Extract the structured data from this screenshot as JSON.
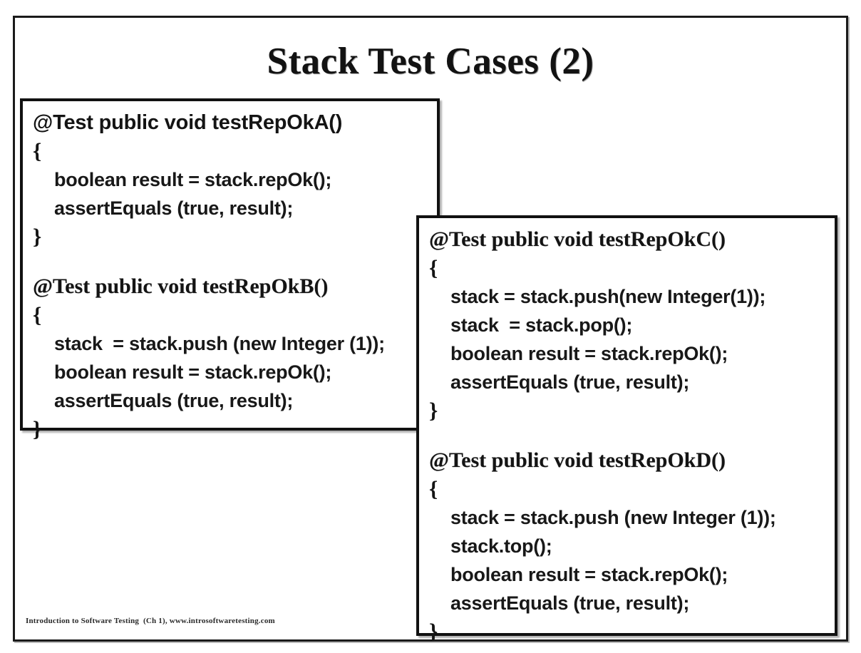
{
  "slide": {
    "title": "Stack Test Cases (2)",
    "footer": "Introduction to Software Testing  (Ch 1), www.introsoftwaretesting.com",
    "border_color": "#1a1a1a",
    "background_color": "#ffffff",
    "text_color": "#141414"
  },
  "boxes": [
    {
      "id": "box-ab",
      "name": "test-box-a-b",
      "snippets": [
        {
          "signature": "@Test public void testRepOkA()",
          "signature_style": "sans",
          "open_brace": "{",
          "close_brace": "}",
          "lines": [
            "boolean result = stack.repOk();",
            "assertEquals (true, result);"
          ]
        },
        {
          "signature": "@Test public void testRepOkB()",
          "signature_style": "serif",
          "open_brace": "{",
          "close_brace": "}",
          "lines": [
            "stack  = stack.push (new Integer (1));",
            "boolean result = stack.repOk();",
            "assertEquals (true, result);"
          ]
        }
      ]
    },
    {
      "id": "box-cd",
      "name": "test-box-c-d",
      "snippets": [
        {
          "signature": "@Test public void testRepOkC()",
          "signature_style": "serif",
          "open_brace": "{",
          "close_brace": "}",
          "lines": [
            "stack = stack.push(new Integer(1));",
            "stack  = stack.pop();",
            "boolean result = stack.repOk();",
            "assertEquals (true, result);"
          ]
        },
        {
          "signature": "@Test public void testRepOkD()",
          "signature_style": "serif",
          "open_brace": "{",
          "close_brace": "}",
          "lines": [
            "stack = stack.push (new Integer (1));",
            "stack.top();",
            "boolean result = stack.repOk();",
            "assertEquals (true, result);"
          ]
        }
      ]
    }
  ]
}
